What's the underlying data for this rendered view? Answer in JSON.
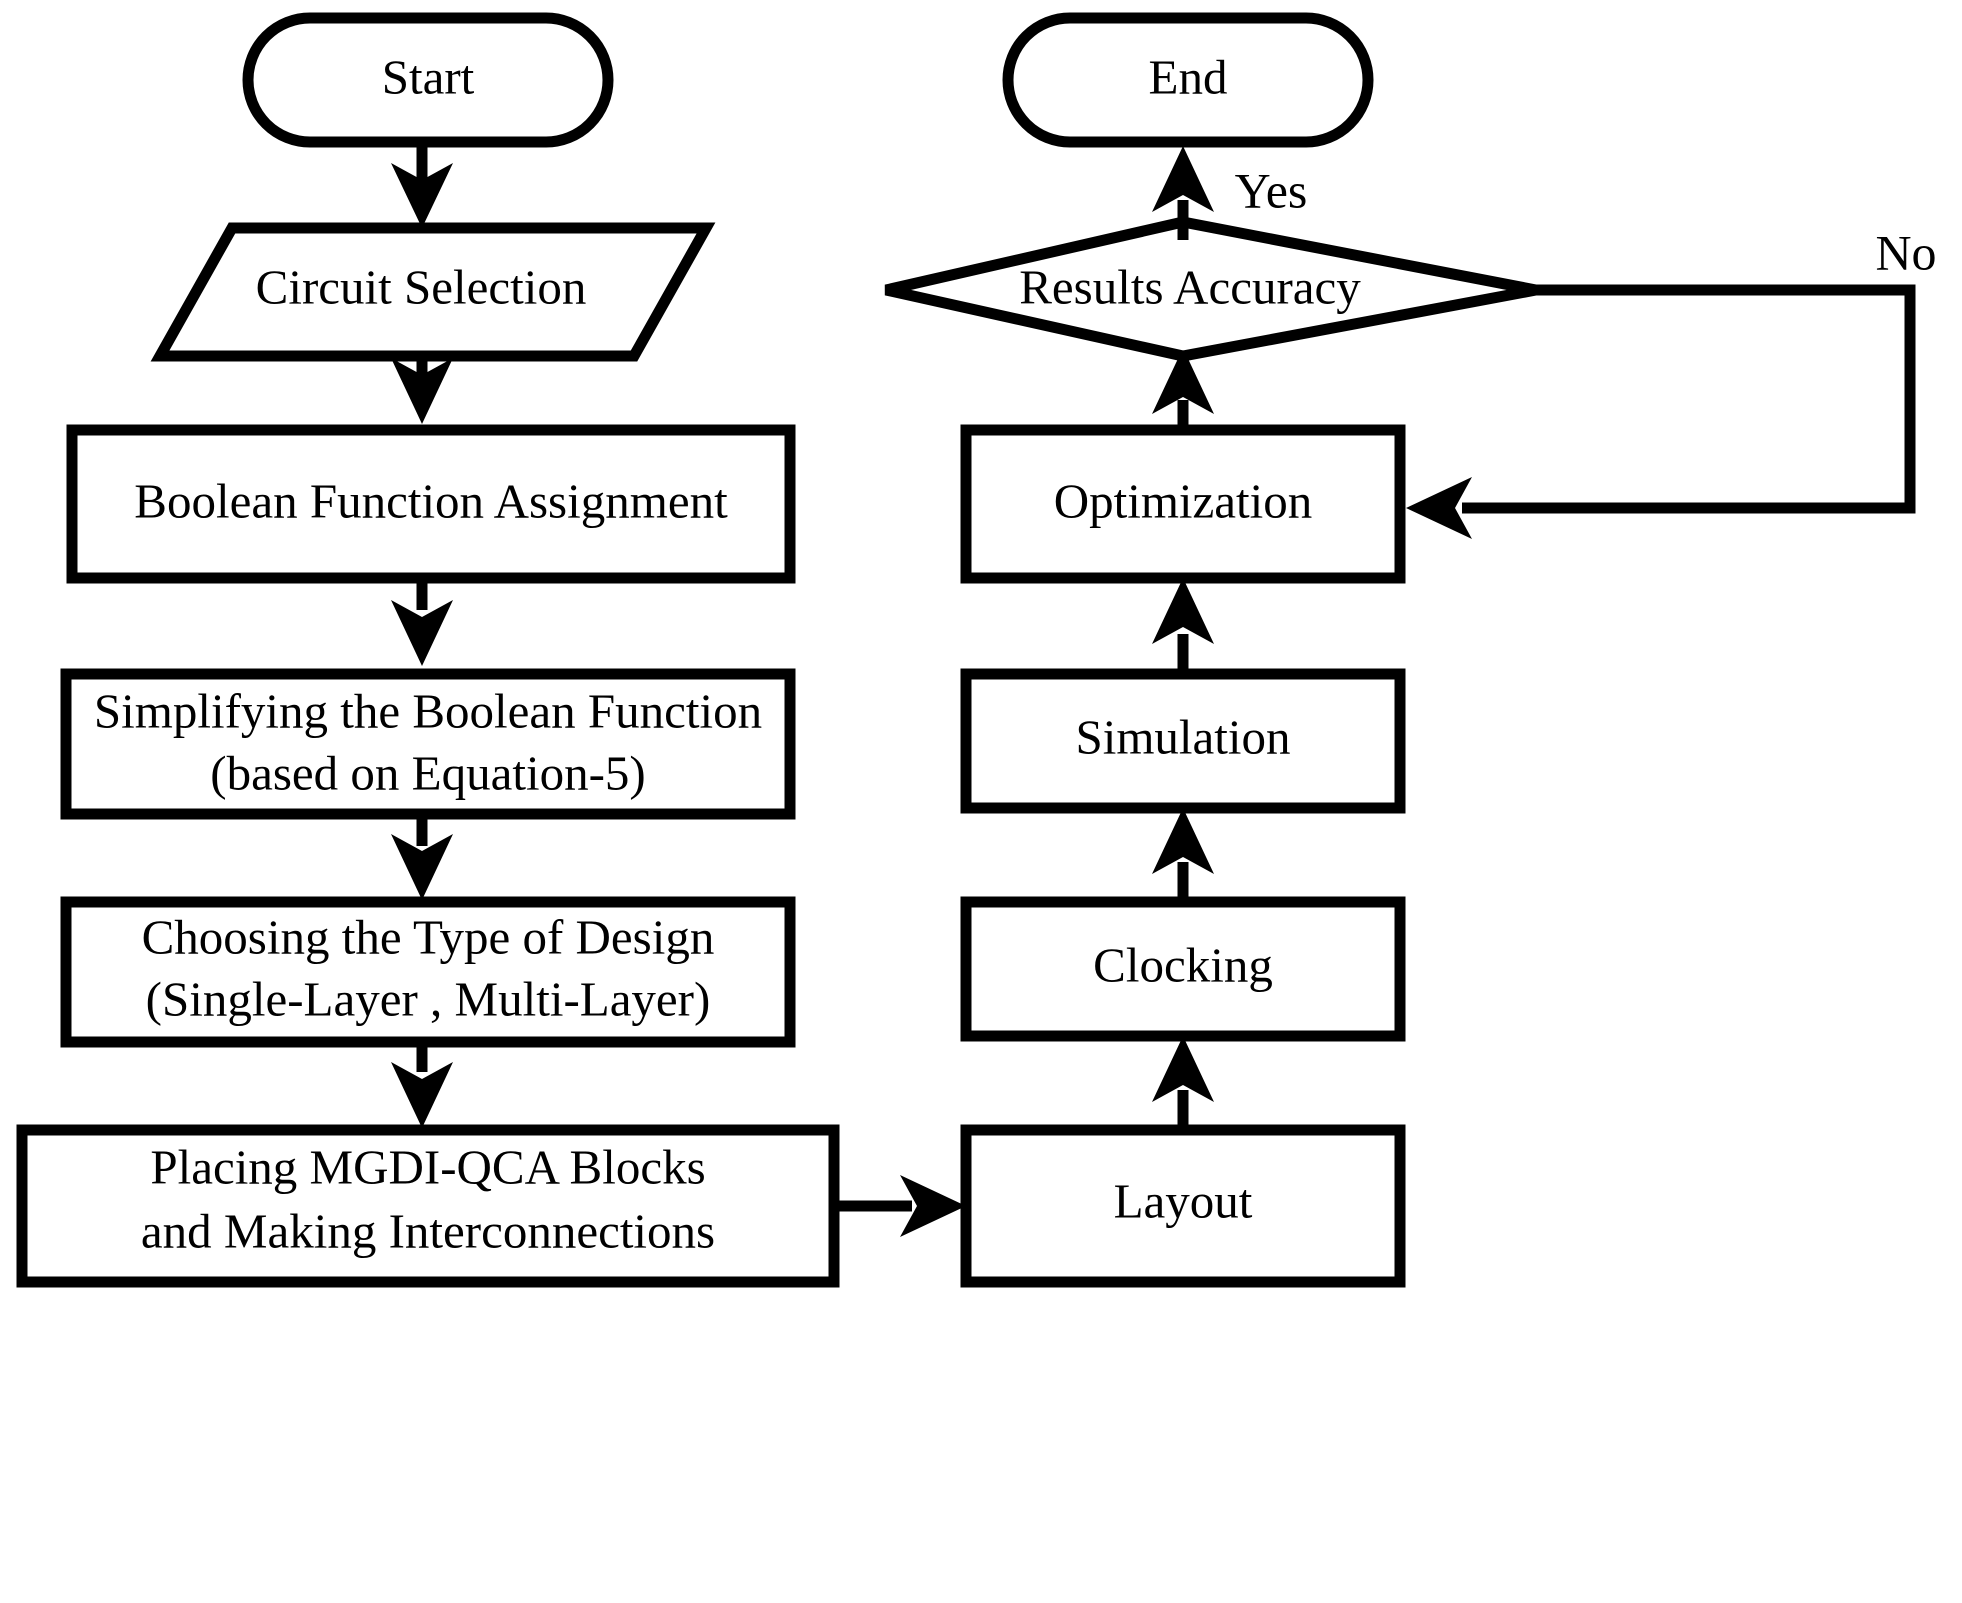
{
  "diagram": {
    "title": "MGDI-QCA circuit design methodology flowchart",
    "background_color": "#ffffff",
    "line_color": "#000000",
    "text_color": "#000000",
    "nodes": {
      "start": {
        "label": "Start",
        "shape": "terminator"
      },
      "circuit_selection": {
        "label": "Circuit Selection",
        "shape": "parallelogram"
      },
      "boolean_function_assignment": {
        "label": "Boolean Function Assignment",
        "shape": "process"
      },
      "simplifying_line1": {
        "label": "Simplifying the Boolean Function",
        "shape": "process"
      },
      "simplifying_line2": {
        "label": "(based on Equation-5)"
      },
      "choosing_line1": {
        "label": "Choosing the Type of Design",
        "shape": "process"
      },
      "choosing_line2": {
        "label": "(Single-Layer , Multi-Layer)"
      },
      "placing_line1": {
        "label": "Placing MGDI-QCA Blocks",
        "shape": "process"
      },
      "placing_line2": {
        "label": "and Making Interconnections"
      },
      "layout": {
        "label": "Layout",
        "shape": "process"
      },
      "clocking": {
        "label": "Clocking",
        "shape": "process"
      },
      "simulation": {
        "label": "Simulation",
        "shape": "process"
      },
      "optimization": {
        "label": "Optimization",
        "shape": "process"
      },
      "results_accuracy": {
        "label": "Results Accuracy",
        "shape": "decision"
      },
      "end": {
        "label": "End",
        "shape": "terminator"
      }
    },
    "edge_labels": {
      "yes": "Yes",
      "no": "No"
    },
    "edges": [
      {
        "from": "start",
        "to": "circuit_selection",
        "label": ""
      },
      {
        "from": "circuit_selection",
        "to": "boolean_function_assignment",
        "label": ""
      },
      {
        "from": "boolean_function_assignment",
        "to": "simplifying",
        "label": ""
      },
      {
        "from": "simplifying",
        "to": "choosing",
        "label": ""
      },
      {
        "from": "choosing",
        "to": "placing",
        "label": ""
      },
      {
        "from": "placing",
        "to": "layout",
        "label": ""
      },
      {
        "from": "layout",
        "to": "clocking",
        "label": ""
      },
      {
        "from": "clocking",
        "to": "simulation",
        "label": ""
      },
      {
        "from": "simulation",
        "to": "optimization",
        "label": ""
      },
      {
        "from": "optimization",
        "to": "results_accuracy",
        "label": ""
      },
      {
        "from": "results_accuracy",
        "to": "end",
        "label": "Yes"
      },
      {
        "from": "results_accuracy",
        "to": "optimization",
        "label": "No"
      }
    ]
  }
}
